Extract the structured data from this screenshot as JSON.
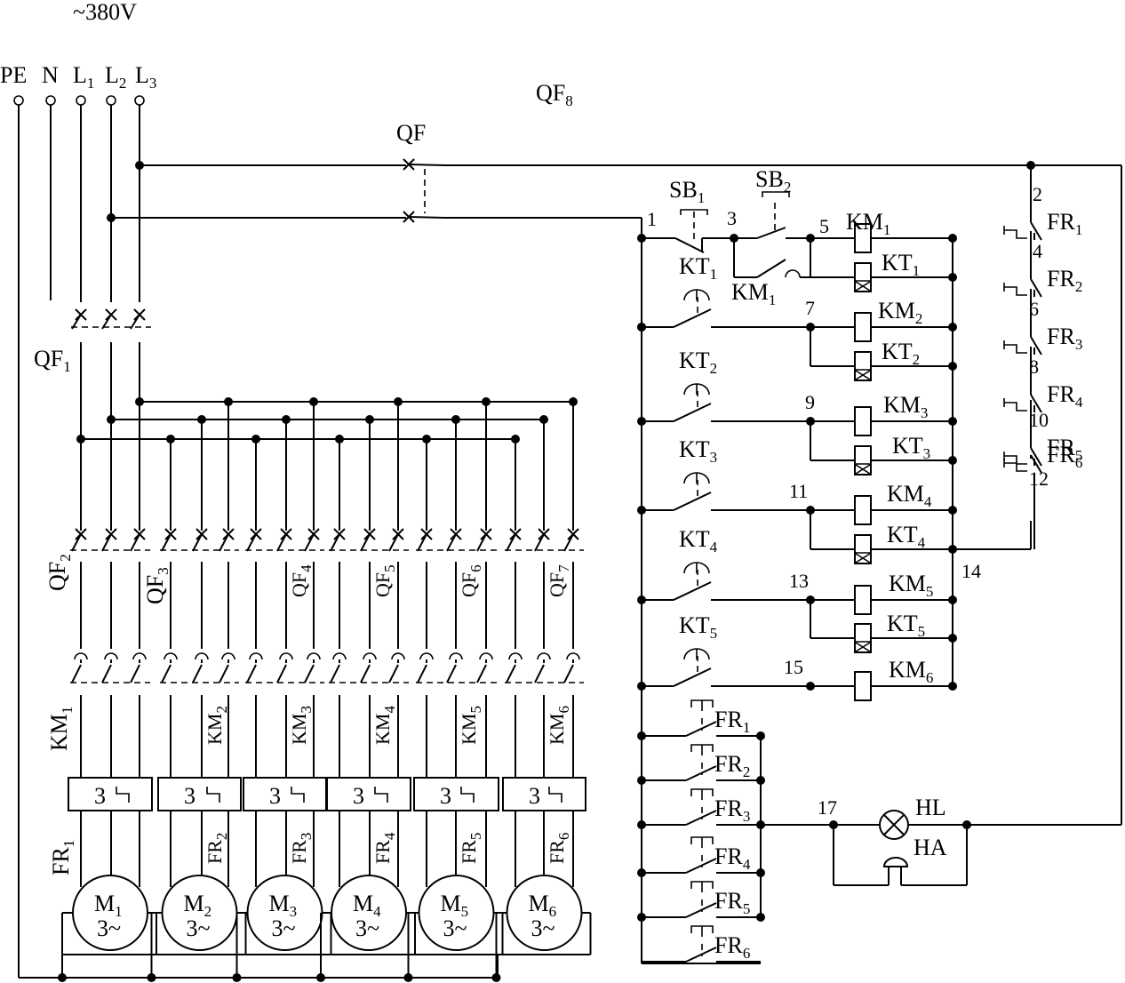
{
  "supply": {
    "voltage": "~380V",
    "terminals": [
      {
        "name": "PE",
        "sub": ""
      },
      {
        "name": "N",
        "sub": ""
      },
      {
        "name": "L",
        "sub": "1"
      },
      {
        "name": "L",
        "sub": "2"
      },
      {
        "name": "L",
        "sub": "3"
      }
    ]
  },
  "breakers": {
    "main_feeder": {
      "name": "QF",
      "sub": "1"
    },
    "control": {
      "name": "QF",
      "sub": ""
    },
    "control_group": {
      "name": "QF",
      "sub": "8"
    },
    "branch": [
      {
        "name": "QF",
        "sub": "2"
      },
      {
        "name": "QF",
        "sub": "3"
      },
      {
        "name": "QF",
        "sub": "4"
      },
      {
        "name": "QF",
        "sub": "5"
      },
      {
        "name": "QF",
        "sub": "6"
      },
      {
        "name": "QF",
        "sub": "7"
      }
    ]
  },
  "motors": [
    {
      "km": {
        "name": "KM",
        "sub": "1"
      },
      "fr": {
        "name": "FR",
        "sub": "1"
      },
      "motor": {
        "name": "M",
        "sub": "1"
      },
      "relay_phases": "3",
      "supply_type": "3~"
    },
    {
      "km": {
        "name": "KM",
        "sub": "2"
      },
      "fr": {
        "name": "FR",
        "sub": "2"
      },
      "motor": {
        "name": "M",
        "sub": "2"
      },
      "relay_phases": "3",
      "supply_type": "3~"
    },
    {
      "km": {
        "name": "KM",
        "sub": "3"
      },
      "fr": {
        "name": "FR",
        "sub": "3"
      },
      "motor": {
        "name": "M",
        "sub": "3"
      },
      "relay_phases": "3",
      "supply_type": "3~"
    },
    {
      "km": {
        "name": "KM",
        "sub": "4"
      },
      "fr": {
        "name": "FR",
        "sub": "4"
      },
      "motor": {
        "name": "M",
        "sub": "4"
      },
      "relay_phases": "3",
      "supply_type": "3~"
    },
    {
      "km": {
        "name": "KM",
        "sub": "5"
      },
      "fr": {
        "name": "FR",
        "sub": "5"
      },
      "motor": {
        "name": "M",
        "sub": "5"
      },
      "relay_phases": "3",
      "supply_type": "3~"
    },
    {
      "km": {
        "name": "KM",
        "sub": "6"
      },
      "fr": {
        "name": "FR",
        "sub": "6"
      },
      "motor": {
        "name": "M",
        "sub": "6"
      },
      "relay_phases": "3",
      "supply_type": "3~"
    }
  ],
  "control": {
    "buttons": [
      {
        "name": "SB",
        "sub": "1"
      },
      {
        "name": "SB",
        "sub": "2"
      }
    ],
    "hold_contact": {
      "name": "KM",
      "sub": "1"
    },
    "timer_contacts": [
      {
        "name": "KT",
        "sub": "1"
      },
      {
        "name": "KT",
        "sub": "2"
      },
      {
        "name": "KT",
        "sub": "3"
      },
      {
        "name": "KT",
        "sub": "4"
      },
      {
        "name": "KT",
        "sub": "5"
      }
    ],
    "coils": [
      {
        "km": {
          "name": "KM",
          "sub": "1"
        },
        "kt": {
          "name": "KT",
          "sub": "1"
        }
      },
      {
        "km": {
          "name": "KM",
          "sub": "2"
        },
        "kt": {
          "name": "KT",
          "sub": "2"
        }
      },
      {
        "km": {
          "name": "KM",
          "sub": "3"
        },
        "kt": {
          "name": "KT",
          "sub": "3"
        }
      },
      {
        "km": {
          "name": "KM",
          "sub": "4"
        },
        "kt": {
          "name": "KT",
          "sub": "4"
        }
      },
      {
        "km": {
          "name": "KM",
          "sub": "5"
        },
        "kt": {
          "name": "KT",
          "sub": "5"
        }
      },
      {
        "km": {
          "name": "KM",
          "sub": "6"
        },
        "kt": null
      }
    ],
    "overload_chain": [
      {
        "name": "FR",
        "sub": "1"
      },
      {
        "name": "FR",
        "sub": "2"
      },
      {
        "name": "FR",
        "sub": "3"
      },
      {
        "name": "FR",
        "sub": "4"
      },
      {
        "name": "FR",
        "sub": "5"
      },
      {
        "name": "FR",
        "sub": "6"
      }
    ],
    "alarm_contacts": [
      {
        "name": "FR",
        "sub": "1"
      },
      {
        "name": "FR",
        "sub": "2"
      },
      {
        "name": "FR",
        "sub": "3"
      },
      {
        "name": "FR",
        "sub": "4"
      },
      {
        "name": "FR",
        "sub": "5"
      },
      {
        "name": "FR",
        "sub": "6"
      }
    ],
    "lamp": "HL",
    "horn": "HA",
    "chain_nodes": [
      "2",
      "4",
      "6",
      "8",
      "10",
      "12"
    ],
    "rung_nodes": [
      "1",
      "3",
      "5",
      "7",
      "9",
      "11",
      "13",
      "15",
      "14",
      "17"
    ]
  }
}
